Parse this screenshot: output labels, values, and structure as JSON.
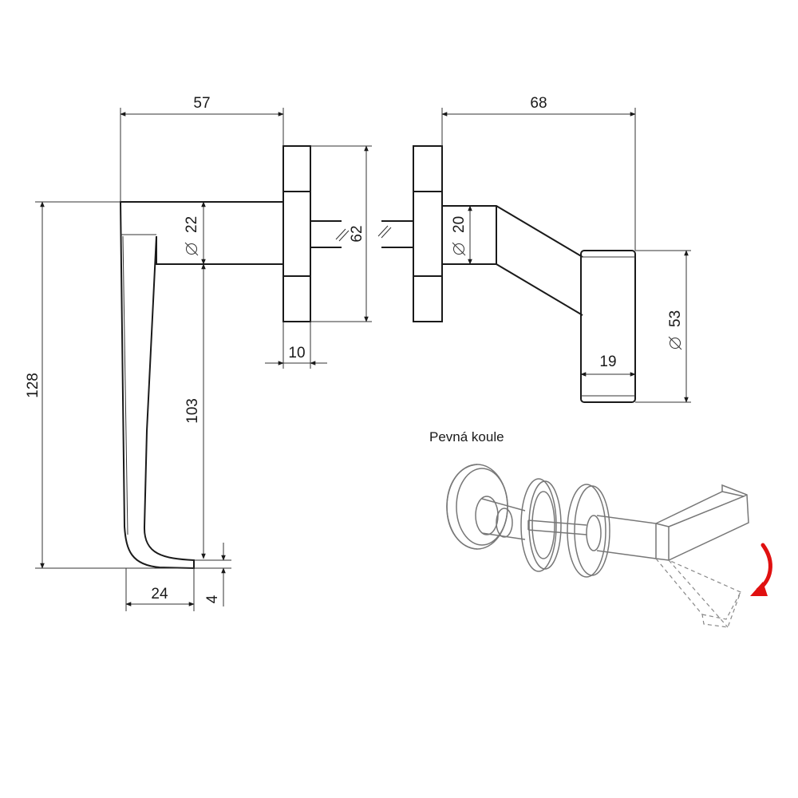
{
  "dimensions": {
    "handle_reach": "57",
    "rosette_offset": "68",
    "handle_length": "128",
    "grip_length": "103",
    "neck_diameter": "22",
    "spindle_length": "62",
    "rosette_thickness": "10",
    "grip_tip_width": "24",
    "grip_tip_height": "4",
    "knob_neck_diameter": "20",
    "knob_diameter": "53",
    "knob_depth": "19"
  },
  "labels": {
    "fixed_knob_caption": "Pevná koule"
  },
  "colors": {
    "outline": "#1a1a1a",
    "rotation_arrow": "#e01010"
  }
}
